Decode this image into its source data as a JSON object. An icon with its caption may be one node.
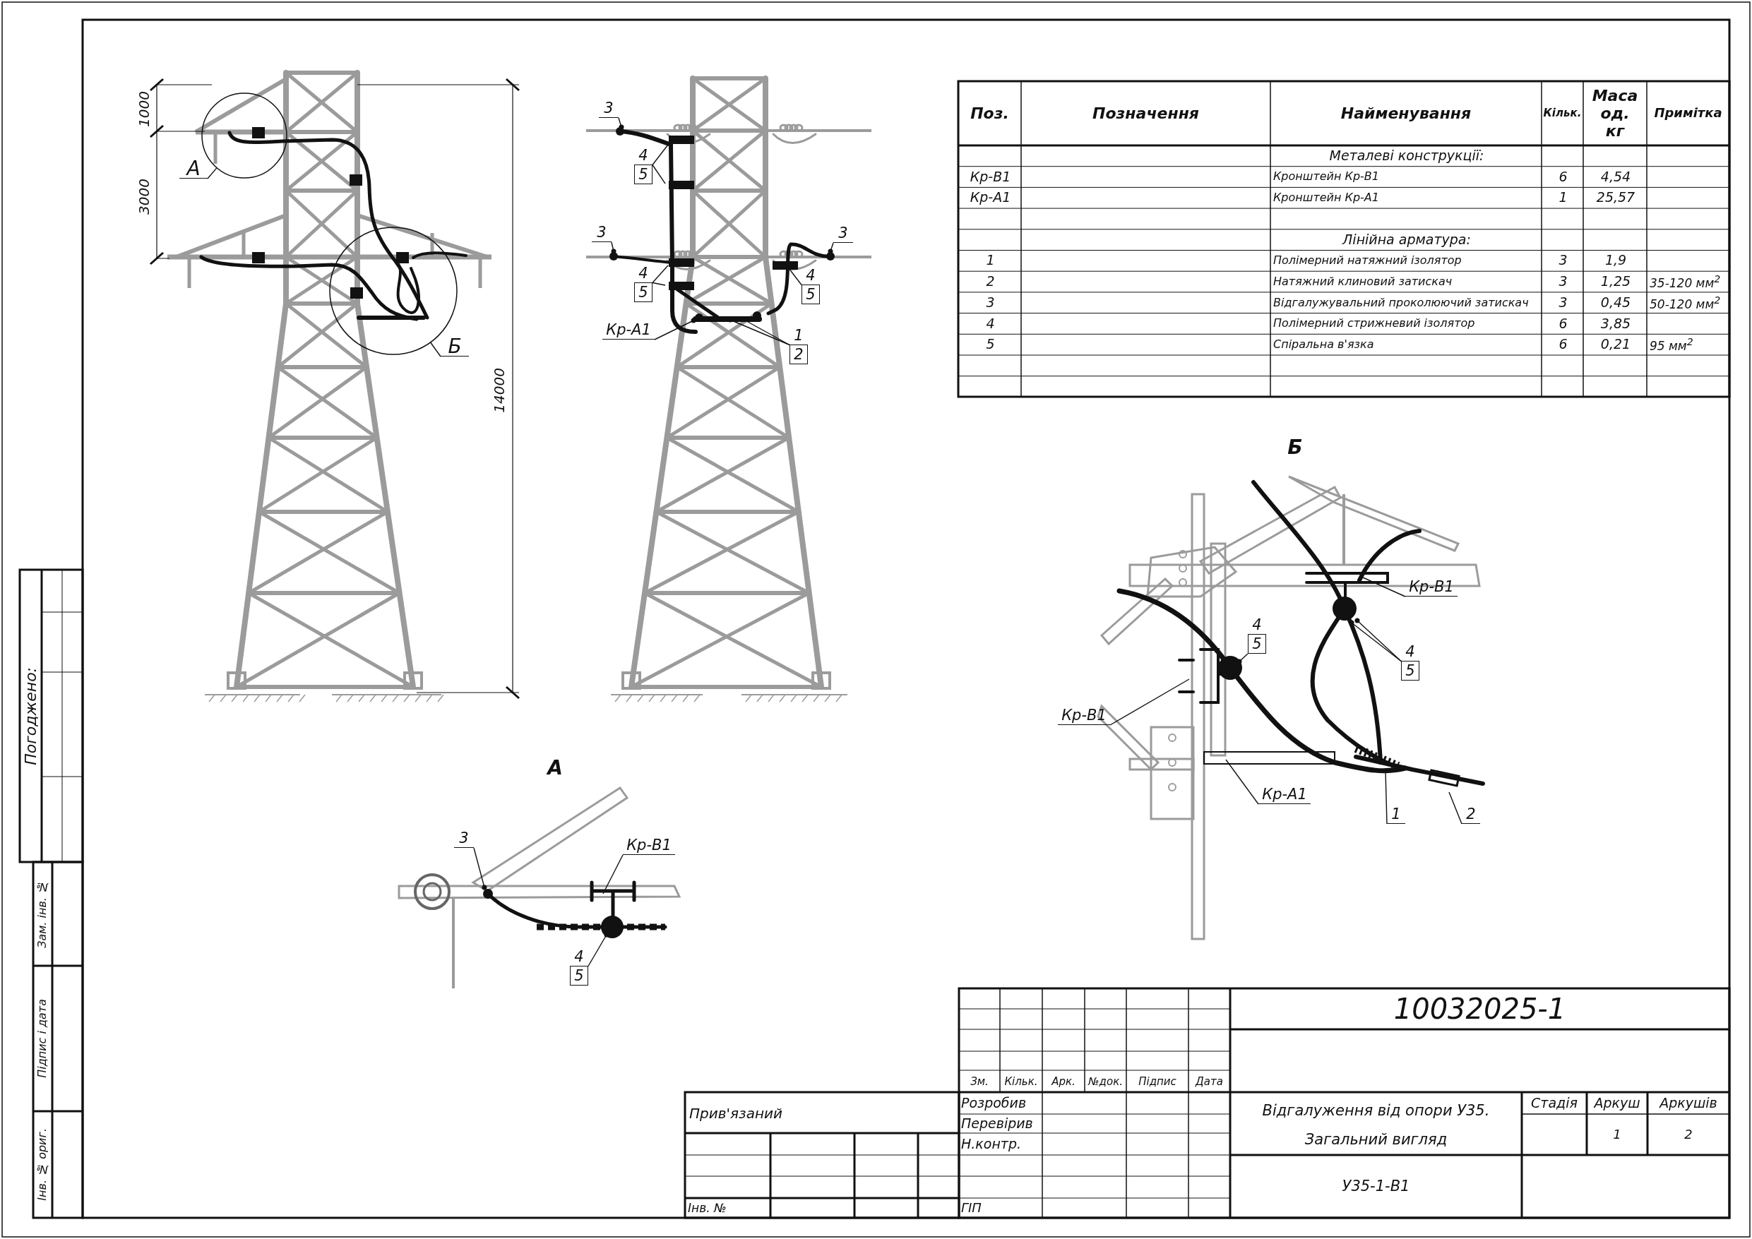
{
  "diagram": {
    "nodes": [
      {
        "text": [],
        "shape": "circle"
      },
      {
        "text": [
          "А"
        ]
      },
      {
        "text": [],
        "shape": "circle"
      },
      {
        "text": [
          "Б"
        ]
      },
      {
        "text": [
          "3"
        ]
      },
      {
        "text": [
          "3"
        ]
      },
      {
        "text": [
          "3"
        ]
      },
      {
        "text": [
          "4",
          "5"
        ]
      },
      {
        "text": [
          "4",
          "5"
        ]
      },
      {
        "text": [
          "4",
          "5"
        ]
      },
      {
        "text": [
          "Кр-А1"
        ]
      },
      {
        "text": [
          "1",
          "2"
        ]
      },
      {
        "text": [
          "Кр-В1"
        ]
      },
      {
        "text": [
          "4",
          "5"
        ]
      },
      {
        "text": [
          "4",
          "5"
        ]
      },
      {
        "text": [
          "Кр-В1"
        ]
      },
      {
        "text": [
          "Кр-А1"
        ]
      },
      {
        "text": [
          "1"
        ]
      },
      {
        "text": [
          "2"
        ]
      },
      {
        "text": [
          "3"
        ]
      },
      {
        "text": [
          "Кр-В1"
        ]
      },
      {
        "text": [
          "4",
          "5"
        ]
      }
    ],
    "edges": [
      {
        "from": 1,
        "to": 0,
        "arrow": "none"
      },
      {
        "from": 3,
        "to": 2,
        "arrow": "none"
      },
      {
        "from": 4,
        "to": null,
        "arrow": "other"
      },
      {
        "from": 5,
        "to": null,
        "arrow": "other"
      },
      {
        "from": 6,
        "to": null,
        "arrow": "other"
      },
      {
        "from": 7,
        "to": null,
        "arrow": "none"
      },
      {
        "from": 7,
        "to": null,
        "arrow": "none"
      },
      {
        "from": 8,
        "to": null,
        "arrow": "none"
      },
      {
        "from": 8,
        "to": null,
        "arrow": "none"
      },
      {
        "from": 9,
        "to": null,
        "arrow": "none"
      },
      {
        "from": 10,
        "to": null,
        "arrow": "other"
      },
      {
        "from": 11,
        "to": null,
        "arrow": "other"
      },
      {
        "from": 11,
        "to": null,
        "arrow": "other"
      },
      {
        "from": 12,
        "to": null,
        "arrow": "none"
      },
      {
        "from": 13,
        "to": null,
        "arrow": "other"
      },
      {
        "from": 13,
        "to": null,
        "arrow": "other"
      },
      {
        "from": 14,
        "to": null,
        "arrow": "other"
      },
      {
        "from": 15,
        "to": null,
        "arrow": "none"
      },
      {
        "from": 16,
        "to": null,
        "arrow": "none"
      },
      {
        "from": 17,
        "to": null,
        "arrow": "none"
      },
      {
        "from": 18,
        "to": null,
        "arrow": "none"
      },
      {
        "from": 19,
        "to": null,
        "arrow": "other"
      },
      {
        "from": 20,
        "to": null,
        "arrow": "none"
      },
      {
        "from": 21,
        "to": null,
        "arrow": "other"
      }
    ],
    "labels": [
      "1000",
      "3000",
      "14000",
      "А",
      "Б",
      "Поз.",
      "Позначення",
      "Найменування",
      "Кільк.",
      "Маса од. кг",
      "Примітка",
      "Металеві конструкції:",
      "Кр-В1",
      "Кронштейн Кр-В1",
      "6",
      "4,54",
      "Кр-А1",
      "Кронштейн Кр-А1",
      "1",
      "25,57",
      "Лінійна арматура:",
      "1",
      "Полімерний натяжний ізолятор",
      "3",
      "1,9",
      "2",
      "Натяжний клиновий затискач",
      "3",
      "1,25",
      "35-120 мм$^{2}$",
      "3",
      "Відгалужувальний проколюючий затискач",
      "3",
      "0,45",
      "50-120 мм$^{2}$",
      "4",
      "Полімерний стрижневий ізолятор",
      "6",
      "3,85",
      "5",
      "Спіральна в'язка",
      "6",
      "0,21",
      "95 мм$^{2}$",
      "Зм.",
      "Кільк.",
      "Арк.",
      "№док.",
      "Підпис",
      "Дата",
      "10032025-1",
      "Прив'язаний",
      "Розробив",
      "Перевірив",
      "Н.контр.",
      "Відгалуження від опори У35.",
      "Загальний вигляд",
      "Стадія",
      "Аркуш",
      "Аркушів",
      "1",
      "2",
      "У35-1-В1",
      "Інв. №",
      "ГІП",
      "Погоджено:",
      "Зам. інв. №",
      "Підпис і дата",
      "Інв. № ориг."
    ]
  }
}
